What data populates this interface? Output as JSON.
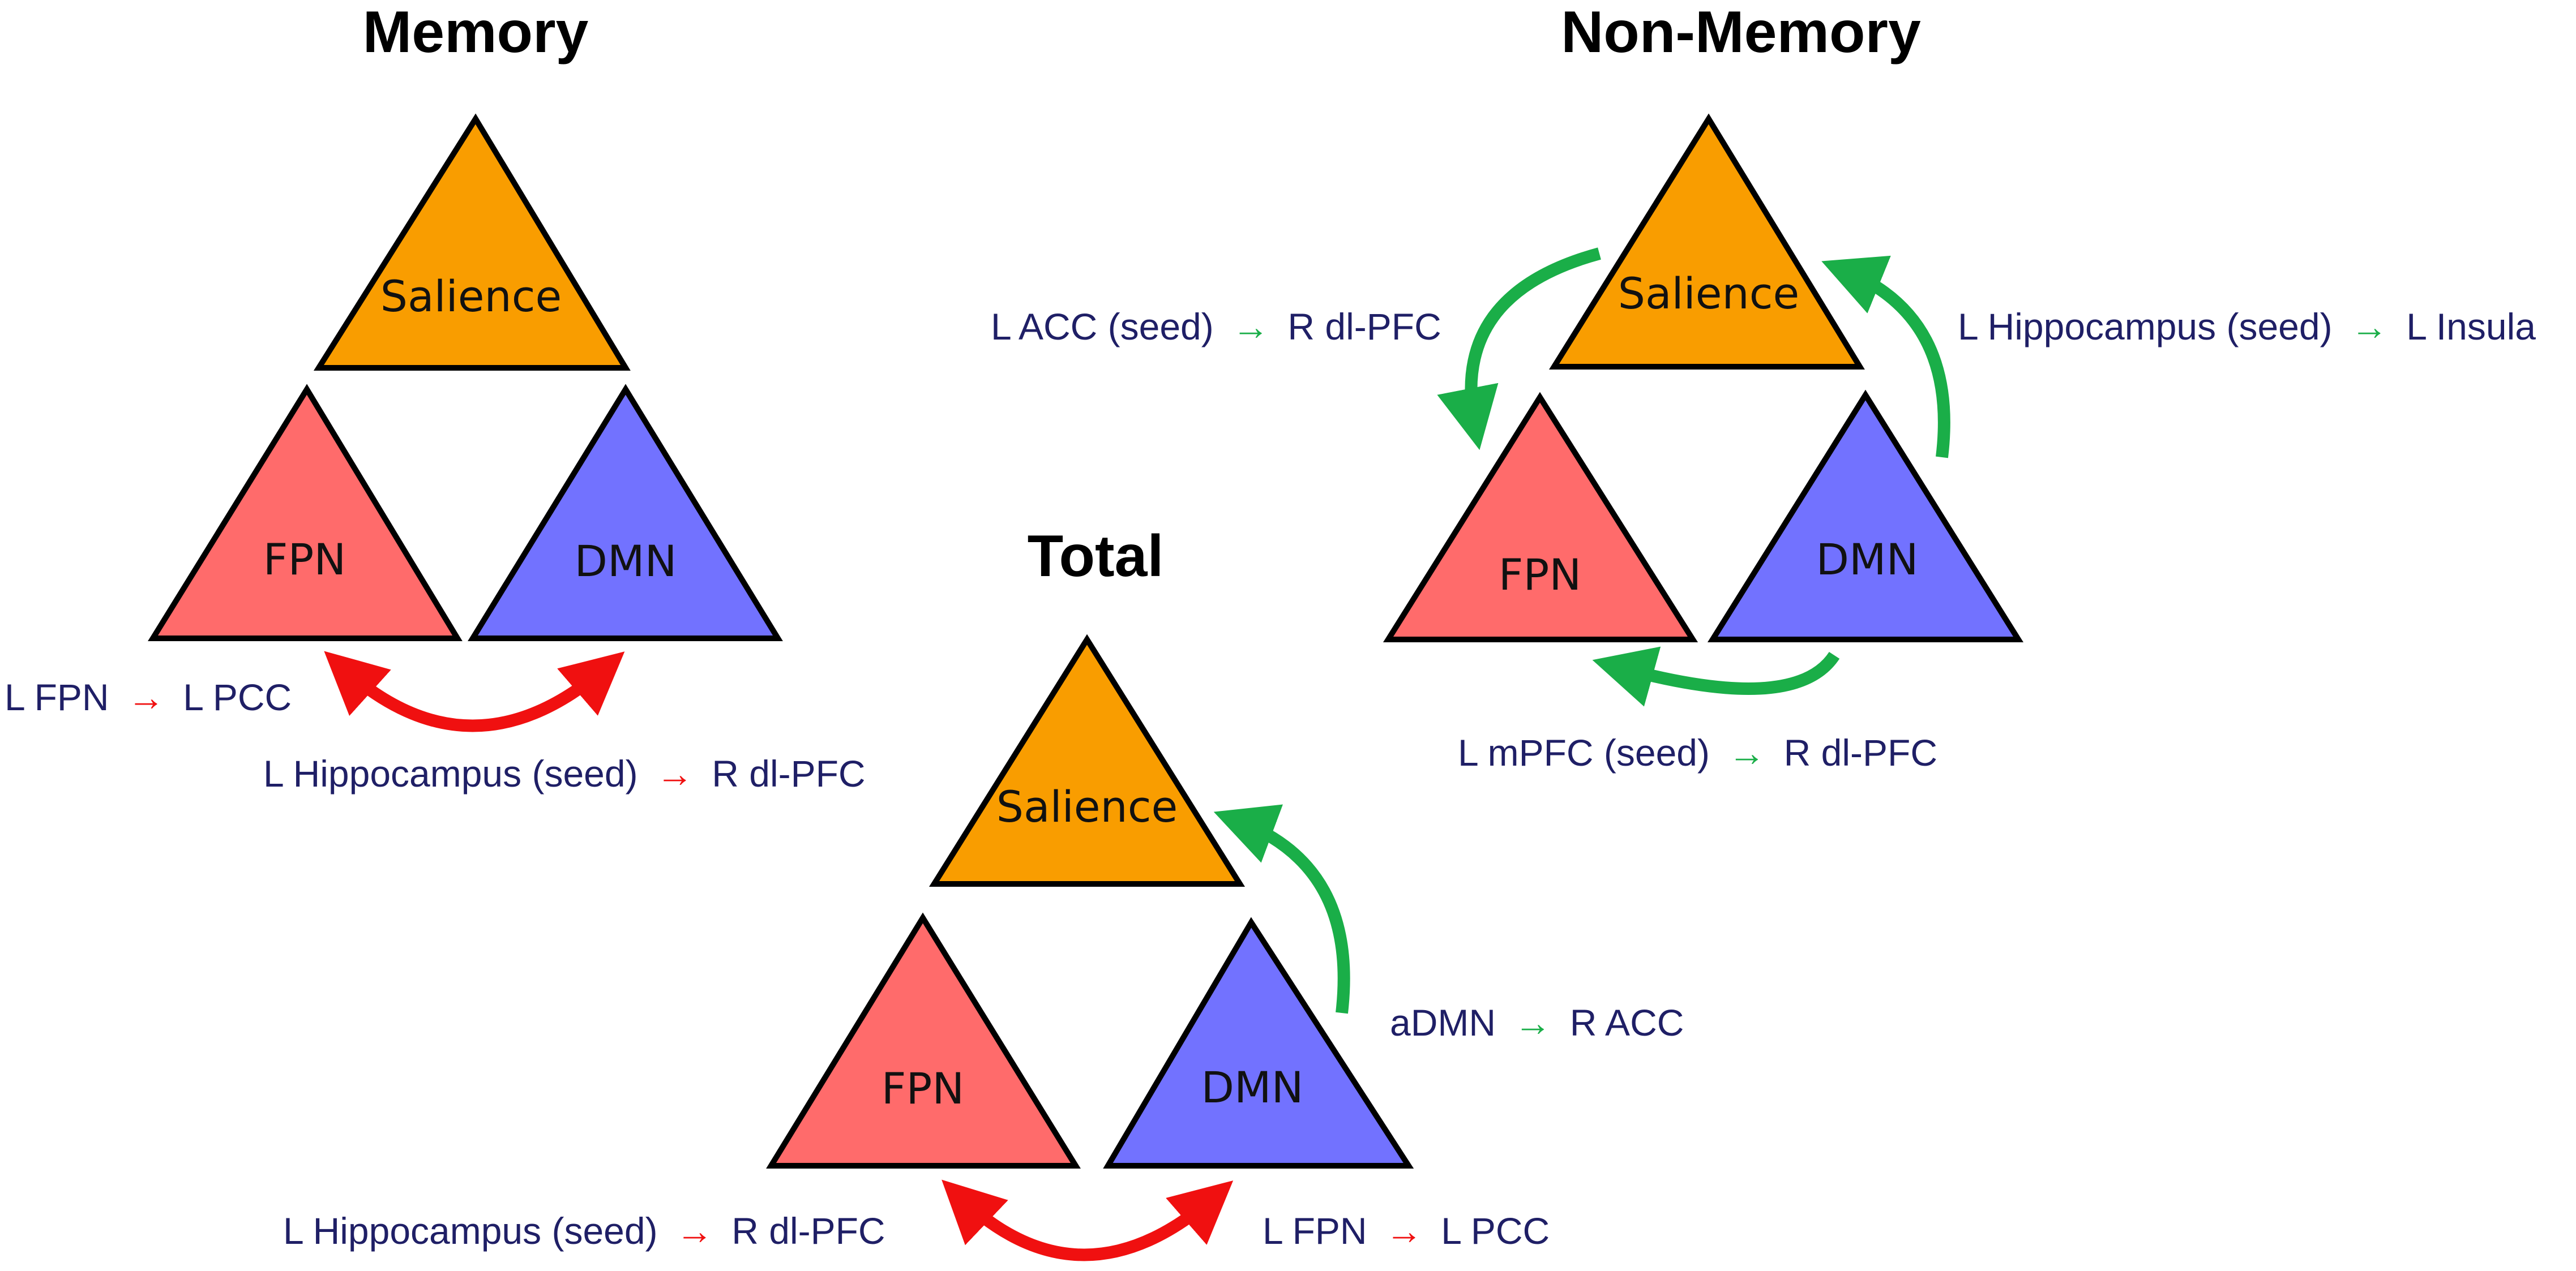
{
  "colors": {
    "salience": "#F99D00",
    "fpn": "#FF6B6B",
    "dmn": "#7272FF",
    "outline": "#000000",
    "label_text": "#1F1F66",
    "decrease": "#F01010",
    "increase": "#1AAE48"
  },
  "arrow_glyph": "→",
  "panels": {
    "memory": {
      "title": "Memory",
      "salience_label": "Salience",
      "fpn_label": "FPN",
      "dmn_label": "DMN",
      "annotations": [
        {
          "from": "L FPN",
          "to": "L PCC",
          "effect": "decrease"
        },
        {
          "from": "L Hippocampus (seed)",
          "to": "R dl-PFC",
          "effect": "decrease"
        }
      ]
    },
    "non_memory": {
      "title": "Non-Memory",
      "salience_label": "Salience",
      "fpn_label": "FPN",
      "dmn_label": "DMN",
      "annotations": [
        {
          "from": "L ACC (seed)",
          "to": "R dl-PFC",
          "effect": "increase"
        },
        {
          "from": "L Hippocampus (seed)",
          "to": "L Insula",
          "effect": "increase"
        },
        {
          "from": "L mPFC (seed)",
          "to": "R dl-PFC",
          "effect": "increase"
        }
      ]
    },
    "total": {
      "title": "Total",
      "salience_label": "Salience",
      "fpn_label": "FPN",
      "dmn_label": "DMN",
      "annotations": [
        {
          "from": "aDMN",
          "to": "R ACC",
          "effect": "increase"
        },
        {
          "from": "L Hippocampus (seed)",
          "to": "R dl-PFC",
          "effect": "decrease"
        },
        {
          "from": "L FPN",
          "to": "L PCC",
          "effect": "decrease"
        }
      ]
    }
  }
}
